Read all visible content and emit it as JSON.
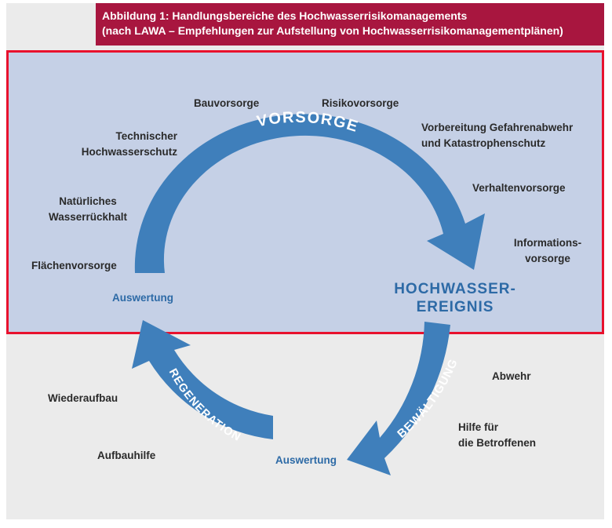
{
  "title": {
    "line1": "Abbildung 1:  Handlungsbereiche des Hochwasserrisikomanagements",
    "line2": "(nach LAWA – Empfehlungen zur Aufstellung von Hochwasserrisikomanagementplänen)"
  },
  "arrows": {
    "vorsorge": "VORSORGE",
    "bewaeltigung": "BEWÄLTIGUNG",
    "regeneration": "REGENERATION"
  },
  "event": {
    "line1": "HOCHWASSER-",
    "line2": "EREIGNIS"
  },
  "evaluation": {
    "upper": "Auswertung",
    "lower": "Auswertung"
  },
  "prevention_fields": {
    "bauvorsorge": "Bauvorsorge",
    "risikovorsorge": "Risikovorsorge",
    "technischer": [
      "Technischer",
      "Hochwasserschutz"
    ],
    "vorbereitung": [
      "Vorbereitung Gefahrenabwehr",
      "und Katastrophenschutz"
    ],
    "verhaltensvorsorge": "Verhaltenvorsorge",
    "natuerlich": [
      "Natürliches",
      "Wasserrückhalt"
    ],
    "informationsvorsorge": [
      "Informations-",
      "vorsorge"
    ],
    "flaechenvorsorge": "Flächenvorsorge"
  },
  "coping_fields": {
    "abwehr": "Abwehr",
    "hilfe": [
      "Hilfe für",
      "die Betroffenen"
    ]
  },
  "regeneration_fields": {
    "wiederaufbau": "Wiederaufbau",
    "aufbauhilfe": "Aufbauhilfe"
  },
  "colors": {
    "title_bar": "#a8163f",
    "arrow": "#3f7fbb",
    "panel": "#c5d0e6",
    "panel_border": "#e8112d"
  }
}
